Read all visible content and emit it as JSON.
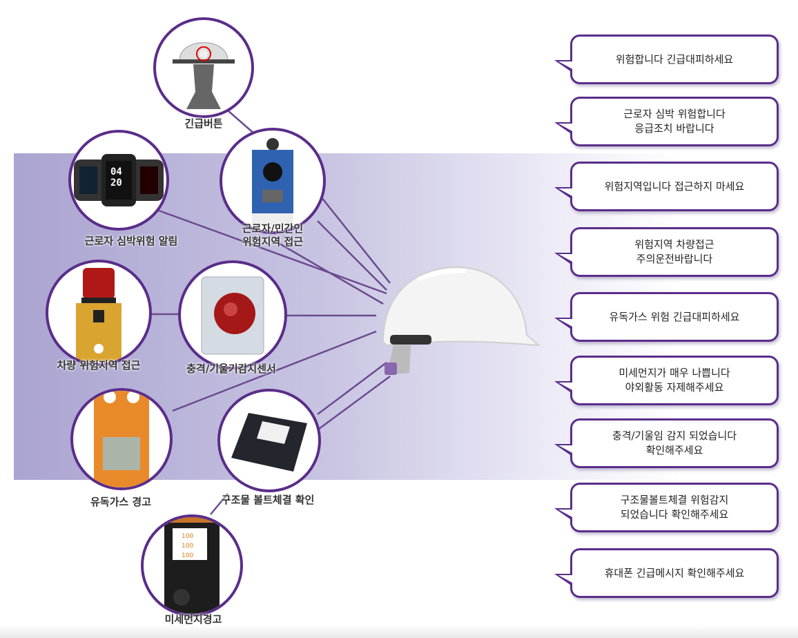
{
  "devices": [
    {
      "label": "긴급버튼",
      "icon": "helmet-button-icon"
    },
    {
      "label": "근로자 심박위험 알림",
      "icon": "smartwatch-icon"
    },
    {
      "label": "근로자/민간인\n위험지역 접근",
      "icon": "blue-sensor-box-icon"
    },
    {
      "label": "차량 위험지역 접근",
      "icon": "warning-beacon-icon"
    },
    {
      "label": "충격/기울기감지센서",
      "icon": "red-lamp-sensor-icon"
    },
    {
      "label": "유독가스 경고",
      "icon": "gas-detector-icon"
    },
    {
      "label": "구조물 볼트체결 확인",
      "icon": "black-sensor-box-icon"
    },
    {
      "label": "미세먼지경고",
      "icon": "dust-monitor-icon"
    }
  ],
  "watch_time": "04\n20",
  "dust_readings": [
    "100",
    "100",
    "100"
  ],
  "messages": [
    "위험합니다 긴급대피하세요",
    "근로자 심박 위험합니다\n응급조치 바랍니다",
    "위험지역입니다 접근하지 마세요",
    "위험지역 차량접근\n주의운전바랍니다",
    "유독가스 위험 긴급대피하세요",
    "미세먼지가 매우 나쁩니다\n야외활동 자제해주세요",
    "충격/기울임 감지 되었습니다\n확인해주세요",
    "구조물볼트체결 위험감지\n되었습니다 확인해주세요",
    "휴대폰 긴급메시지 확인해주세요"
  ],
  "colors": {
    "accent": "#5a2d8a",
    "band": "#aaa4d0"
  }
}
